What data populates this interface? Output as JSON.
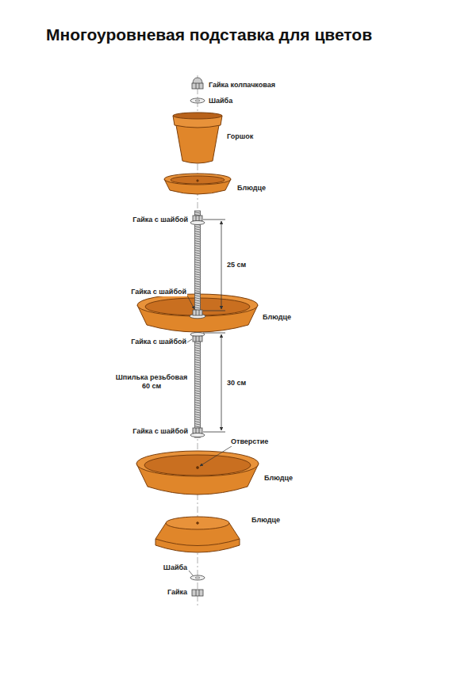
{
  "diagram": {
    "title": "Многоуровневая подставка для цветов",
    "labels": [
      "Гайка колпачковая",
      "Шайба",
      "Горшок",
      "Блюдце",
      "Гайка с шайбой",
      "25 см",
      "Гайка с шайбой",
      "Блюдце",
      "Гайка с шайбой",
      "Шпилька резьбовая 60 см",
      "30 см",
      "Гайка с шайбой",
      "Отверстие",
      "Блюдце",
      "Блюдце",
      "Шайба",
      "Гайка"
    ]
  }
}
